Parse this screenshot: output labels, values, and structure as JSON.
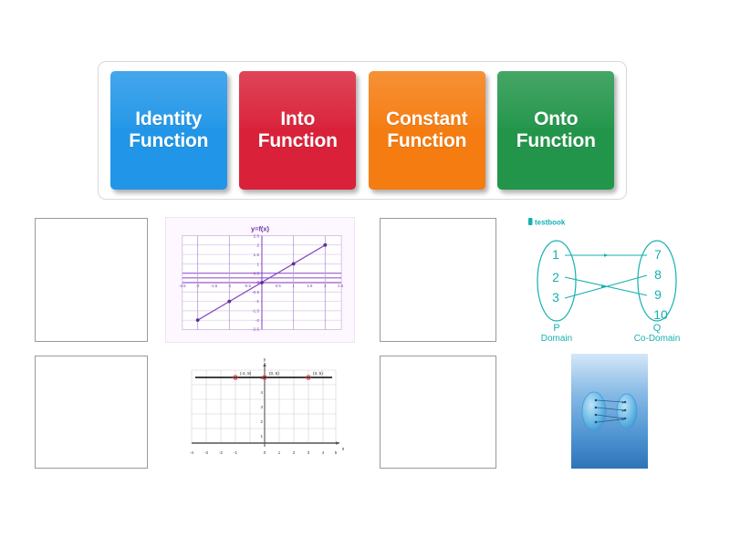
{
  "activity": {
    "type": "matching-drag-and-drop",
    "background_color": "#ffffff"
  },
  "label_tray": {
    "tiles": [
      {
        "label": "Identity\nFunction",
        "color": "#2196e8",
        "name": "identity-function"
      },
      {
        "label": "Into\nFunction",
        "color": "#d92139",
        "name": "into-function"
      },
      {
        "label": "Constant\nFunction",
        "color": "#f57c10",
        "name": "constant-function"
      },
      {
        "label": "Onto\nFunction",
        "color": "#22954a",
        "name": "onto-function"
      }
    ]
  },
  "drop_zones": [
    {
      "id": "zone-r1c1",
      "row": 1,
      "col": 1,
      "content": "empty"
    },
    {
      "id": "zone-r1c3",
      "row": 1,
      "col": 3,
      "content": "empty"
    },
    {
      "id": "zone-r2c1",
      "row": 2,
      "col": 1,
      "content": "empty"
    },
    {
      "id": "zone-r2c3",
      "row": 2,
      "col": 3,
      "content": "empty"
    }
  ],
  "media": {
    "identity_graph": {
      "title": "y=f(x)",
      "accent_color": "#9b59d0",
      "grid_color": "#c9a8e0",
      "background": "#fdf7ff"
    },
    "constant_graph": {
      "point_labels": [
        "(-2, 5)",
        "(0, 5)",
        "(3, 5)"
      ],
      "y_axis_label": "y",
      "x_axis_label": "x",
      "line_color": "#000000",
      "point_color": "#e04040"
    },
    "into_diagram": {
      "brand": "testbook",
      "brand_color": "#16b0b0",
      "domain_set_label": "P",
      "domain_caption": "Domain",
      "codomain_set_label": "Q",
      "codomain_caption": "Co-Domain",
      "domain_elements": [
        "1",
        "2",
        "3"
      ],
      "codomain_elements": [
        "7",
        "8",
        "9",
        "10"
      ],
      "mappings": [
        {
          "from": "1",
          "to": "7"
        },
        {
          "from": "2",
          "to": "9"
        },
        {
          "from": "3",
          "to": "8"
        }
      ]
    },
    "onto_diagram": {
      "ellipse_color": "#4fa8dd",
      "background_gradient_from": "#cfe4f7",
      "background_gradient_to": "#2f73b8",
      "left_nodes": 4,
      "right_nodes": 3
    }
  },
  "chart_data": [
    {
      "type": "line",
      "name": "identity-function-graph",
      "title": "y=f(x)",
      "xlabel": "",
      "ylabel": "",
      "x": [
        -2,
        -1,
        0,
        1,
        2
      ],
      "values": [
        -2,
        -1,
        0,
        1,
        2
      ],
      "xlim": [
        -2.5,
        2.5
      ],
      "ylim": [
        -2.5,
        2.5
      ],
      "xticks": [
        -2.5,
        -2,
        -1.5,
        -1,
        -0.5,
        0,
        0.5,
        1,
        1.5,
        2,
        2.5
      ],
      "yticks": [
        -2.5,
        -2,
        -1.5,
        -1,
        -0.5,
        0,
        0.5,
        1,
        1.5,
        2,
        2.5
      ],
      "grid": true,
      "legend": "none",
      "series_color": "#9b59d0",
      "markers": true
    },
    {
      "type": "line",
      "name": "constant-function-graph",
      "title": "",
      "xlabel": "x",
      "ylabel": "y",
      "x": [
        -4,
        5
      ],
      "values": [
        5,
        5
      ],
      "xlim": [
        -4,
        5
      ],
      "ylim": [
        0,
        6
      ],
      "xticks": [
        -4,
        -3,
        -2,
        -1,
        0,
        1,
        2,
        3,
        4,
        5
      ],
      "yticks": [
        1,
        2,
        3,
        4,
        5,
        6
      ],
      "grid": true,
      "legend": "none",
      "series_color": "#000000",
      "annotations": [
        "(-2, 5)",
        "(0, 5)",
        "(3, 5)"
      ],
      "annotation_points": [
        [
          -2,
          5
        ],
        [
          0,
          5
        ],
        [
          3,
          5
        ]
      ]
    }
  ]
}
